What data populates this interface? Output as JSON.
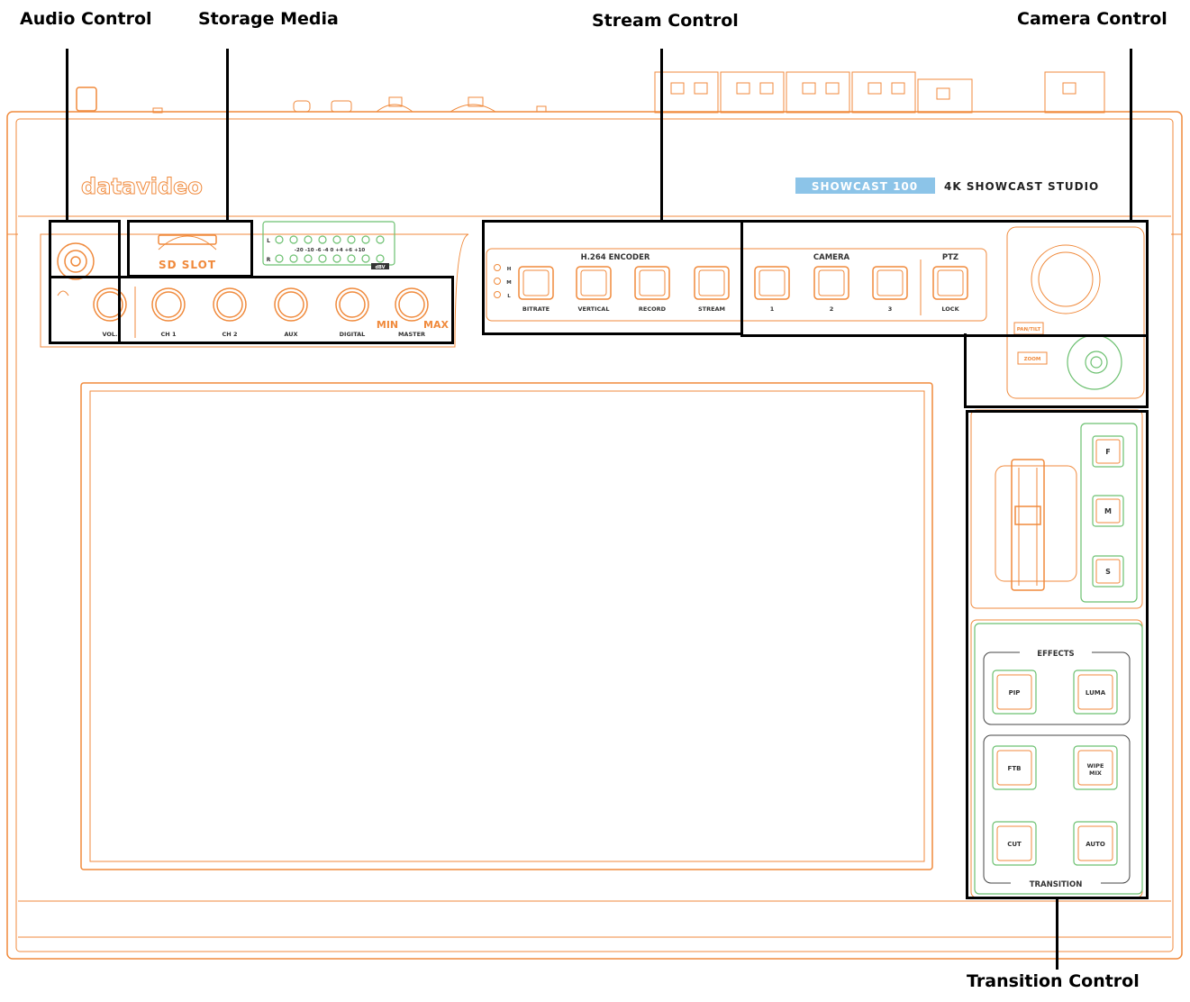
{
  "callouts": {
    "audio": "Audio Control",
    "storage": "Storage Media",
    "stream": "Stream Control",
    "camera": "Camera Control",
    "transition": "Transition Control"
  },
  "device": {
    "brand": "datavideo",
    "model_badge": "SHOWCAST 100",
    "model_name": "4K SHOWCAST STUDIO",
    "sd_slot": "SD SLOT",
    "meter_L": "L",
    "meter_R": "R",
    "meter_scale": "-20 -10 -6 -4 0 +4 +6 +10",
    "meter_unit": "dBV",
    "knobs": [
      "VOL.",
      "CH 1",
      "CH 2",
      "AUX",
      "DIGITAL",
      "MASTER"
    ],
    "min_label": "MIN",
    "max_label": "MAX",
    "encoder_title": "H.264 ENCODER",
    "quality": [
      "H",
      "M",
      "L"
    ],
    "encoder_buttons": [
      "BITRATE",
      "VERTICAL",
      "RECORD",
      "STREAM"
    ],
    "camera_title": "CAMERA",
    "camera_buttons": [
      "1",
      "2",
      "3"
    ],
    "ptz_title": "PTZ",
    "ptz_button": "LOCK",
    "pan_tilt": "PAN/TILT",
    "zoom": "ZOOM",
    "fms": [
      "F",
      "M",
      "S"
    ],
    "effects_title": "EFFECTS",
    "effects": [
      "PIP",
      "LUMA"
    ],
    "transition_buttons": [
      "FTB",
      "WIPE\nMIX",
      "CUT",
      "AUTO"
    ],
    "transition_title": "TRANSITION"
  },
  "colors": {
    "outline": "#f08a3c",
    "accent_green": "#6cc070",
    "badge_blue": "#8cc4e8",
    "callout": "#000000"
  }
}
